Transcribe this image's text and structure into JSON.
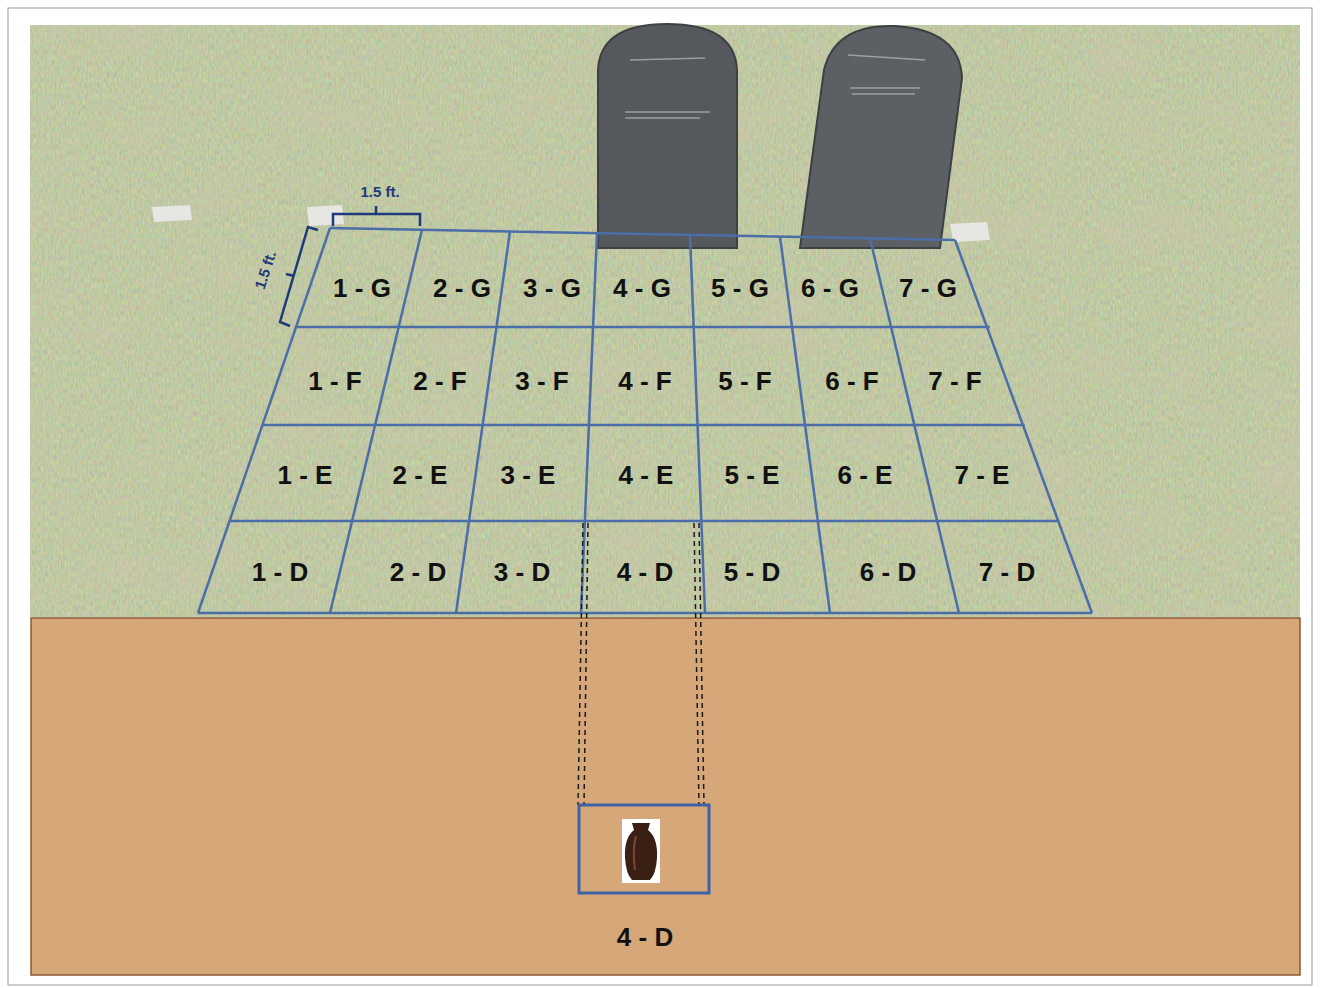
{
  "diagram": {
    "labels": [
      "1.5 ft.",
      "1.5 ft.",
      "1 - G",
      "2 - G",
      "3 - G",
      "4 - G",
      "5 - G",
      "6 - G",
      "7 - G",
      "1 - F",
      "2 - F",
      "3 - F",
      "4 - F",
      "5 - F",
      "6 - F",
      "7 - F",
      "1 - E",
      "2 - E",
      "3 - E",
      "4 - E",
      "5 - E",
      "6 - E",
      "7 - E",
      "1 - D",
      "2 - D",
      "3 - D",
      "4 - D",
      "5 - D",
      "6 - D",
      "7 - D",
      "4 - D"
    ]
  }
}
